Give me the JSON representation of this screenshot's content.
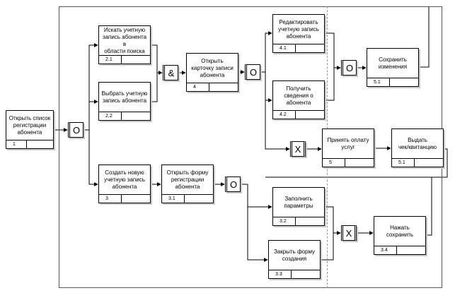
{
  "diagram": {
    "units": [
      {
        "id": "u1",
        "label": "Открыть список\nрегистрации\nабонента",
        "number": "1"
      },
      {
        "id": "u21",
        "label": "Искать учетную\nзапись абонента в\nобласти поиска",
        "number": "2.1"
      },
      {
        "id": "u22",
        "label": "Выбрать учетную\nзапись абонента",
        "number": "2.2"
      },
      {
        "id": "u3",
        "label": "Создать новую\nучетную запись\nабонента",
        "number": "3"
      },
      {
        "id": "u4",
        "label": "Открыть\nкарточку записи\nабонента",
        "number": "4"
      },
      {
        "id": "u31",
        "label": "Открыть форму\nрегистрации\nабонента",
        "number": "3.1"
      },
      {
        "id": "u41",
        "label": "Редактировать\nучетную запись\nабонента",
        "number": "4.1"
      },
      {
        "id": "u42",
        "label": "Получить\nсведения о\nабонента",
        "number": "4.2"
      },
      {
        "id": "u51a",
        "label": "Сохранить\nизменения",
        "number": "5.1"
      },
      {
        "id": "u5",
        "label": "Принять оплату\nуслуг",
        "number": "5"
      },
      {
        "id": "u51b",
        "label": "Выдать\nчек/квитанцию",
        "number": "5.1"
      },
      {
        "id": "u32",
        "label": "Заполнить\nпараметры",
        "number": "3.2"
      },
      {
        "id": "u33",
        "label": "Закрыть форму\nсоздания",
        "number": "3.3"
      },
      {
        "id": "u34",
        "label": "Нажать\nсохранить",
        "number": "3.4"
      }
    ],
    "junctions": [
      {
        "id": "j1",
        "symbol": "O",
        "type": "or"
      },
      {
        "id": "j2",
        "symbol": "&",
        "type": "and"
      },
      {
        "id": "j3",
        "symbol": "O",
        "type": "or"
      },
      {
        "id": "j4",
        "symbol": "O",
        "type": "or"
      },
      {
        "id": "j5",
        "symbol": "X",
        "type": "xor"
      },
      {
        "id": "j6",
        "symbol": "O",
        "type": "or"
      },
      {
        "id": "j7",
        "symbol": "X",
        "type": "xor"
      }
    ],
    "connections": [
      [
        "u1",
        "j1"
      ],
      [
        "j1",
        "u21"
      ],
      [
        "j1",
        "u22"
      ],
      [
        "j1",
        "u3"
      ],
      [
        "u21",
        "j2"
      ],
      [
        "u22",
        "j2"
      ],
      [
        "j2",
        "u4"
      ],
      [
        "u4",
        "j3"
      ],
      [
        "j3",
        "u41"
      ],
      [
        "j3",
        "u42"
      ],
      [
        "j3",
        "j5"
      ],
      [
        "u41",
        "j4"
      ],
      [
        "u42",
        "j4"
      ],
      [
        "j4",
        "u51a"
      ],
      [
        "u51a",
        "j2"
      ],
      [
        "j5",
        "u5"
      ],
      [
        "u5",
        "u51b"
      ],
      [
        "u51b",
        "j3"
      ],
      [
        "u3",
        "u31"
      ],
      [
        "u31",
        "j6"
      ],
      [
        "j6",
        "u32"
      ],
      [
        "j6",
        "u33"
      ],
      [
        "u32",
        "j7"
      ],
      [
        "u33",
        "j7"
      ],
      [
        "j7",
        "u34"
      ],
      [
        "u34",
        "j3"
      ]
    ]
  }
}
